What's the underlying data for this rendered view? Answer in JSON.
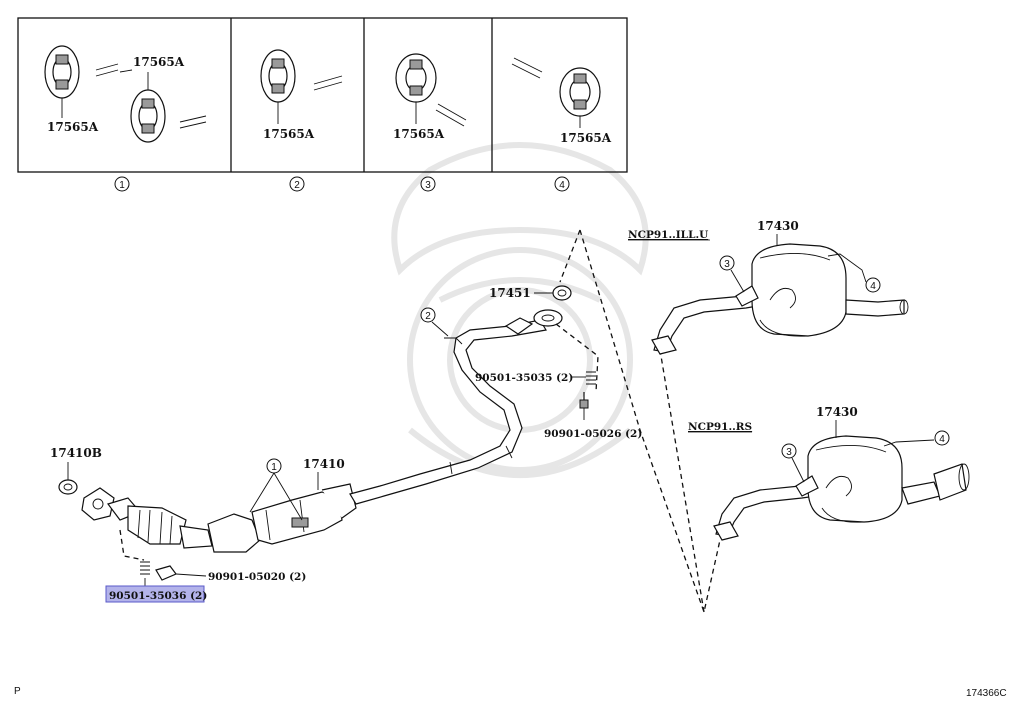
{
  "insets": [
    {
      "number": "1",
      "labels": [
        "17565A",
        "17565A"
      ]
    },
    {
      "number": "2",
      "labels": [
        "17565A"
      ]
    },
    {
      "number": "3",
      "labels": [
        "17565A"
      ]
    },
    {
      "number": "4",
      "labels": [
        "17565A"
      ]
    }
  ],
  "parts": {
    "gasket_front": "17410B",
    "exhaust_front": "17410",
    "gasket_center": "17451",
    "bolt_spring_left": "90501-35036 (2)",
    "bolt_left": "90901-05020 (2)",
    "bolt_spring_center": "90501-35035 (2)",
    "bolt_center": "90901-05026 (2)",
    "muffler_upper": "17430",
    "muffler_lower": "17430"
  },
  "callouts": {
    "hanger_1": "1",
    "hanger_2": "2",
    "upper_hanger_3": "3",
    "upper_hanger_4": "4",
    "lower_hanger_3": "3",
    "lower_hanger_4": "4"
  },
  "variants": {
    "upper": "NCP91..ILL.U",
    "lower": "NCP91..RS"
  },
  "highlighted_part": "90501-35036 (2)",
  "footer": {
    "left_code": "P",
    "diagram_id": "174366C"
  }
}
